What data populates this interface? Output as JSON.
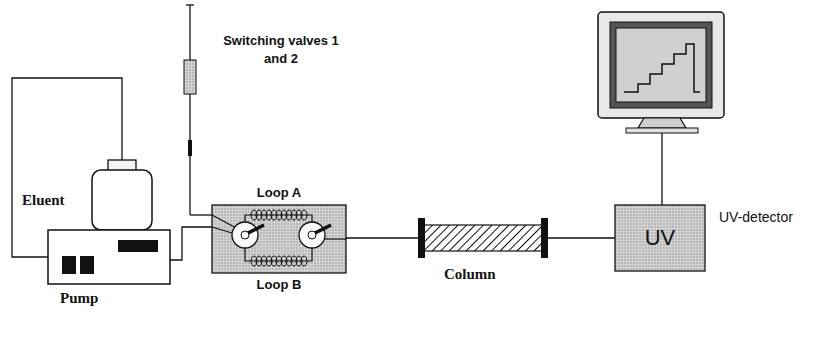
{
  "diagram": {
    "nodes": [
      {
        "text": [
          "Eluent"
        ]
      },
      {
        "text": [
          "Pump"
        ]
      },
      {
        "text": [
          "Loop A",
          "Loop B"
        ]
      },
      {
        "text": [
          "Column"
        ]
      },
      {
        "text": [
          "UV",
          "UV-detector"
        ]
      }
    ],
    "edges": [
      {
        "from": 0,
        "to": 1,
        "arrow": "none"
      },
      {
        "from": 1,
        "to": 2,
        "arrow": "none"
      },
      {
        "from": 2,
        "to": 3,
        "arrow": "none"
      },
      {
        "from": 3,
        "to": 4,
        "arrow": "none"
      }
    ],
    "labels": [
      "Switching valves 1 and 2"
    ]
  }
}
